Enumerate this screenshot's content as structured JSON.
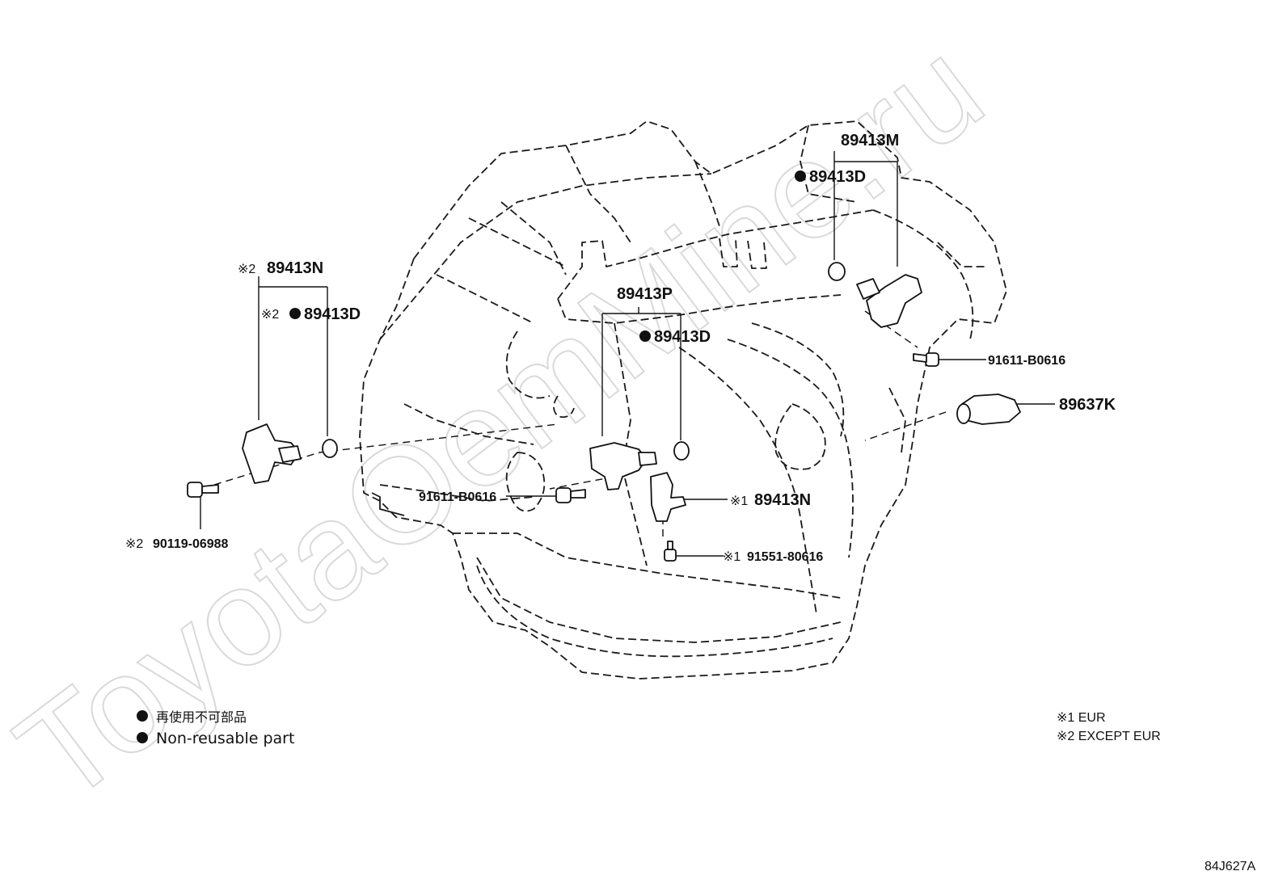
{
  "watermark": "ToyotaOemMine.ru",
  "diagram_code": "84J627A",
  "mark_ref1": "※1",
  "mark_ref2": "※2",
  "callouts": {
    "p89413M": "89413M",
    "p89413D_top": "89413D",
    "p89413N_left": "89413N",
    "p89413D_left": "89413D",
    "p89413P": "89413P",
    "p89413D_mid": "89413D",
    "p91611_right": "91611-B0616",
    "p89637K": "89637K",
    "p91611_mid": "91611-B0616",
    "p89413N_mid": "89413N",
    "p91551": "91551-80616",
    "p90119": "90119-06988"
  },
  "legend": {
    "japanese": "再使用不可部品",
    "english": "Non-reusable part"
  },
  "notes": {
    "note1": "※1 EUR",
    "note2": "※2 EXCEPT EUR"
  },
  "colors": {
    "line": "#111111",
    "watermark": "#d9d9d9",
    "background": "#ffffff"
  }
}
